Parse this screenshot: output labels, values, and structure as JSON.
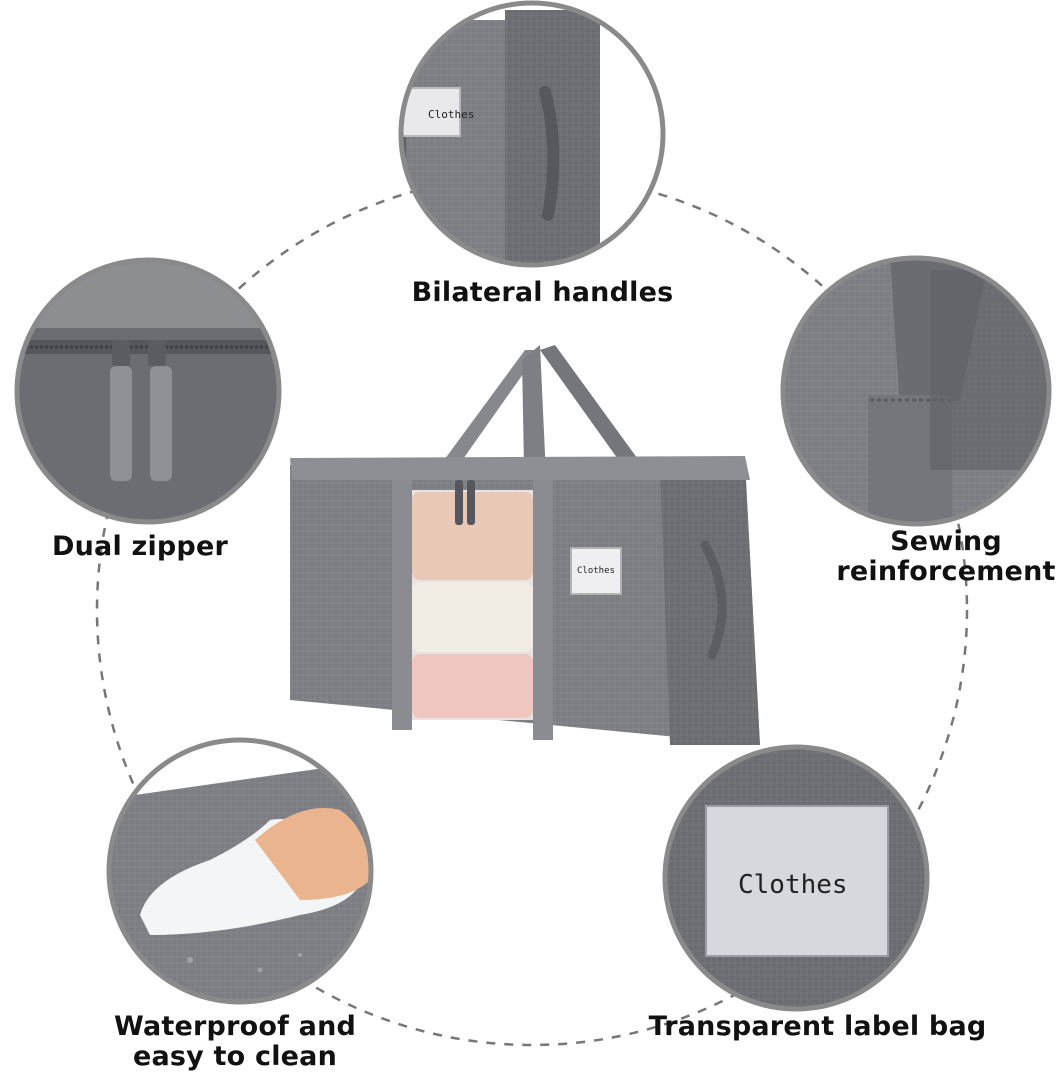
{
  "features": {
    "handles": {
      "caption": "Bilateral handles",
      "icon": "handle-closeup-icon"
    },
    "zipper": {
      "caption": "Dual zipper",
      "icon": "zipper-closeup-icon"
    },
    "sewing": {
      "caption_line1": "Sewing",
      "caption_line2": "reinforcement",
      "icon": "stitching-closeup-icon"
    },
    "waterproof": {
      "caption_line1": "Waterproof and",
      "caption_line2": "easy to clean",
      "icon": "wiping-closeup-icon"
    },
    "label": {
      "caption": "Transparent label bag",
      "icon": "label-closeup-icon"
    }
  },
  "bag": {
    "label_text": "Clothes"
  },
  "closeups": {
    "handle_label_text": "Clothes",
    "big_label_text": "Clothes"
  },
  "colors": {
    "bag_gray": "#7b7d82",
    "dark_gray": "#5f6166",
    "ring_gray": "#8a8a8a",
    "dash": "#777777"
  }
}
